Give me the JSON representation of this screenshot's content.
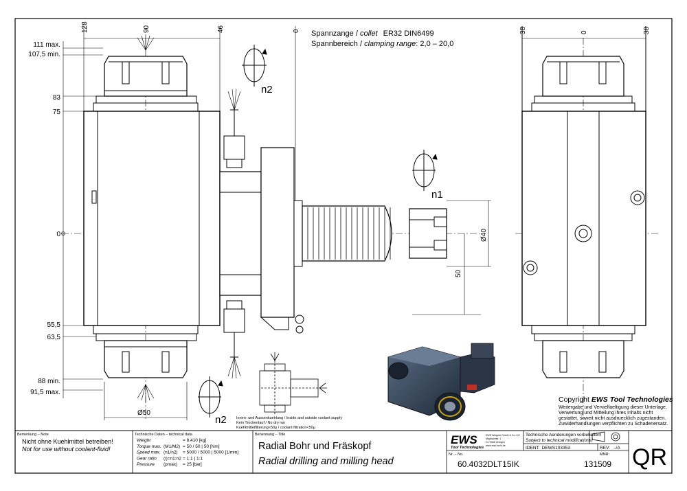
{
  "spec": {
    "line1_de": "Spannzange / ",
    "line1_en": "collet",
    "line1_val": "ER32    DIN6499",
    "line2_de": "Spannbereich / ",
    "line2_en": "clamping range",
    "line2_val": ": 2,0 – 20,0"
  },
  "dims_left": [
    "111 max.",
    "107,5 min.",
    "83",
    "75",
    "0",
    "55,5",
    "63,5",
    "88 min.",
    "91,5 max."
  ],
  "dims_top": [
    "128",
    "90",
    "46",
    "0"
  ],
  "dims_top_right": [
    "38",
    "0",
    "38"
  ],
  "dims_other": {
    "dia40": "Ø40",
    "fifty": "50",
    "dia50": "Ø50"
  },
  "rotation_labels": {
    "n1": "n1",
    "n2_top": "n2",
    "n2_bottom": "n2"
  },
  "coolant_note": {
    "l1": "Innen- und Aussenkuehlung / Inside and outside coolant supply",
    "l2": "Kein Trockenlauf / No dry run",
    "l3": "Kuehlmittelfilterung<50μ / coolant filtration<50μ"
  },
  "copyright": {
    "title_prefix": "Copyright ",
    "title_brand": "EWS Tool Technologies",
    "l1": "Weitergabe und Vervielfaeltigung dieser Unterlage,",
    "l2": "Verwertung und Mitteilung ihres Inhalts nicht",
    "l3": "gestattet, soweit nicht ausdruecklich zugestanden.",
    "l4": "Zuwiderhandlungen verpflichten zu Schadenersatz."
  },
  "title_block": {
    "note_label": "Bemerkung – Note",
    "note_de": "Nicht ohne Kuehlmittel betreiben!",
    "note_en": "Not for use without coolant-fluid!",
    "tech_label": "Technische Daten – technical data",
    "tech_rows": [
      {
        "k": "Weight",
        "u": "",
        "v": "= 8.410 [kg]"
      },
      {
        "k": "Torque max.",
        "u": "(M1/M2)",
        "v": "= 50 / 50 | 50 [Nm]"
      },
      {
        "k": "Speed max.",
        "u": "(n1/n2)",
        "v": "= 5000 / 5000 | 5000 [1/min]"
      },
      {
        "k": "Gear ratio",
        "u": "(i)=n1:n2",
        "v": "= 1:1 | 1:1"
      },
      {
        "k": "Pressure",
        "u": "(pmax)",
        "v": "= 25 [bar]"
      }
    ],
    "title_label": "Benennung – Title",
    "title_de": "Radial Bohr und Fräskopf",
    "title_en": "Radial drilling and milling head",
    "logo": "EWS",
    "logo_sub": "Tool Technologies",
    "company_l1": "EWS Weigele GmbH & Co. KG",
    "company_l2": "Maybachstr. 1",
    "company_l3": "D-73066 Uhingen",
    "company_l4": "www.ews-tools.de",
    "change_de": "Technische Aenderungen vorbehalten!",
    "change_en": "Subject to technical modifications!",
    "ident_label": "IDENT:",
    "ident": "DEWS103353",
    "rev_label": "REV:",
    "rev": "–/A",
    "nr_label": "Nr. – No.",
    "nr": "60.4032DLT15IK",
    "mnr_label": "MNR:",
    "mnr": "131509",
    "qr": "QR"
  }
}
